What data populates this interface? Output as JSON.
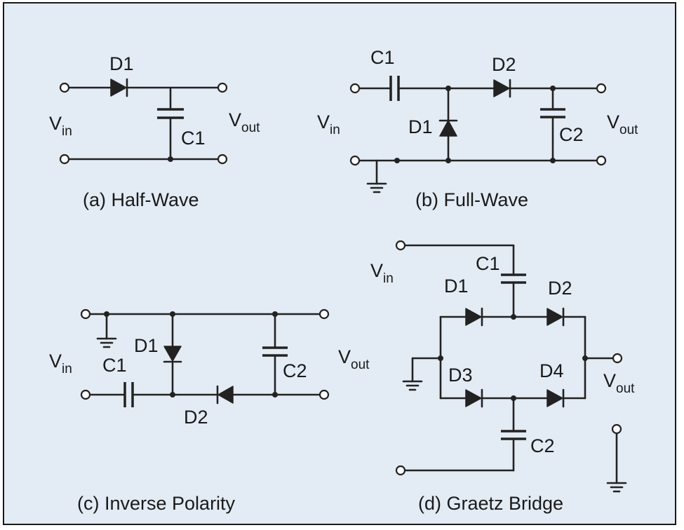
{
  "figure": {
    "background": "#e3ebf4",
    "circuits": {
      "a": {
        "title": "(a) Half-Wave",
        "vin": "V",
        "vin_sub": "in",
        "vout": "V",
        "vout_sub": "out",
        "d1": "D1",
        "c1": "C1"
      },
      "b": {
        "title": "(b) Full-Wave",
        "vin": "V",
        "vin_sub": "in",
        "vout": "V",
        "vout_sub": "out",
        "c1": "C1",
        "d1": "D1",
        "d2": "D2",
        "c2": "C2"
      },
      "c": {
        "title": "(c) Inverse Polarity",
        "vin": "V",
        "vin_sub": "in",
        "vout": "V",
        "vout_sub": "out",
        "c1": "C1",
        "d1": "D1",
        "d2": "D2",
        "c2": "C2"
      },
      "d": {
        "title": "(d) Graetz Bridge",
        "vin": "V",
        "vin_sub": "in",
        "vout": "V",
        "vout_sub": "out",
        "c1": "C1",
        "d1": "D1",
        "d2": "D2",
        "d3": "D3",
        "d4": "D4",
        "c2": "C2"
      }
    }
  }
}
